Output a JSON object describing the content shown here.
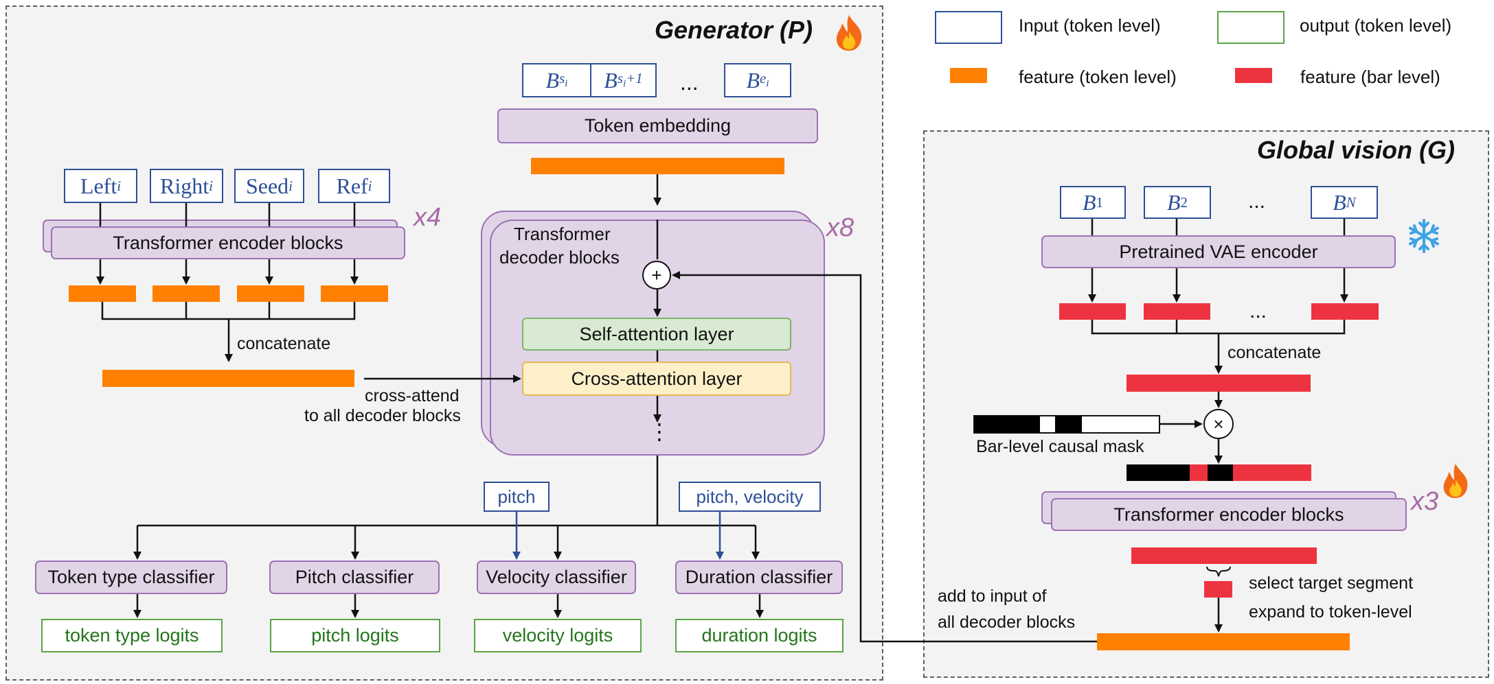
{
  "legend": {
    "input": "Input (token level)",
    "output": "output (token level)",
    "feature_token": "feature (token level)",
    "feature_bar": "feature (bar level)"
  },
  "generator": {
    "title": "Generator (P)",
    "context_tokens": [
      {
        "base": "Left",
        "sub": "i"
      },
      {
        "base": "Right",
        "sub": "i"
      },
      {
        "base": "Seed",
        "sub": "i"
      },
      {
        "base": "Ref",
        "sub": "i"
      }
    ],
    "encoder_label": "Transformer encoder blocks",
    "encoder_repeat": "x4",
    "concatenate": "concatenate",
    "cross_attend": [
      "cross-attend",
      "to all decoder blocks"
    ],
    "bar_tokens": [
      {
        "base": "B",
        "sub": "s",
        "subsub": "i"
      },
      {
        "base": "B",
        "sub": "s",
        "subsub": "i",
        "suffix": "+1"
      },
      {
        "base": "B",
        "sub": "e",
        "subsub": "i"
      }
    ],
    "ellipsis": "...",
    "token_embedding": "Token embedding",
    "decoder_label": [
      "Transformer",
      "decoder blocks"
    ],
    "decoder_repeat": "x8",
    "plus": "+",
    "self_attention": "Self-attention layer",
    "cross_attention": "Cross-attention layer",
    "vdots": "⋮",
    "cond_pitch": "pitch",
    "cond_pitch_velocity": "pitch, velocity",
    "classifiers": [
      "Token type classifier",
      "Pitch classifier",
      "Velocity classifier",
      "Duration classifier"
    ],
    "logits": [
      "token type logits",
      "pitch logits",
      "velocity logits",
      "duration logits"
    ]
  },
  "global_vision": {
    "title": "Global vision (G)",
    "bar_tokens": [
      {
        "base": "B",
        "sub": "1"
      },
      {
        "base": "B",
        "sub": "2"
      },
      {
        "base": "B",
        "sub": "N"
      }
    ],
    "ellipsis": "...",
    "vae_label": "Pretrained VAE encoder",
    "concatenate": "concatenate",
    "mask_label": "Bar-level causal mask",
    "times": "×",
    "encoder_label": "Transformer encoder blocks",
    "encoder_repeat": "x3",
    "select": "select target segment",
    "expand": "expand to token-level",
    "add_to": [
      "add to input of",
      "all decoder blocks"
    ]
  },
  "colors": {
    "input_border": "#2d4f96",
    "output_border": "#5aa445",
    "feature_token": "#ff8000",
    "feature_bar": "#ee3340",
    "block_fill": "#e1d4e7",
    "block_border": "#9c72b3",
    "self_attention_fill": "#d8ead1",
    "cross_attention_fill": "#fdf0c8"
  },
  "icons": [
    "fire-icon",
    "snowflake-icon"
  ]
}
